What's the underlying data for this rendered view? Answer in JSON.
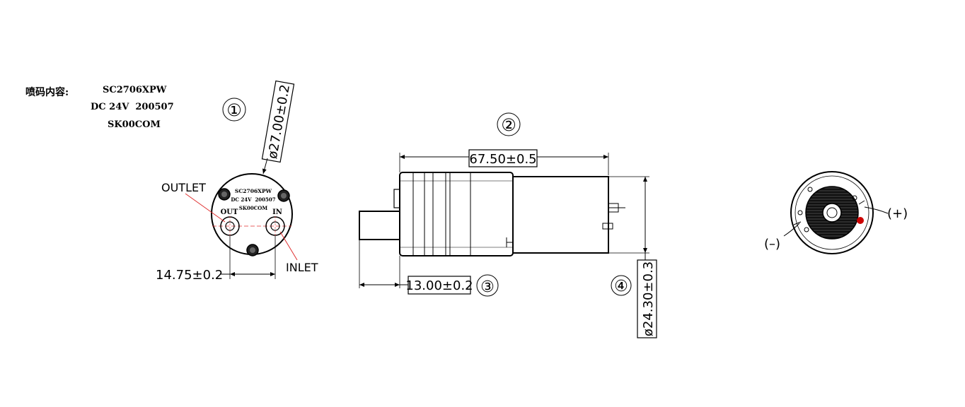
{
  "marking": {
    "label": "喷码内容:",
    "line1": "SC2706XPW",
    "line2": "DC 24V  200507",
    "line3": "SK00COM"
  },
  "front_view": {
    "callout": "①",
    "diameter": "ø27.00±0.2",
    "outlet": "OUTLET",
    "inlet": "INLET",
    "port_spacing": "14.75±0.2",
    "face_line1": "SC2706XPW",
    "face_line2": "DC 24V  200507",
    "face_line3": "SK00COM",
    "out_label": "OUT",
    "in_label": "IN"
  },
  "side_view": {
    "callout": "②",
    "length": "67.50±0.5",
    "nozzle_callout": "③",
    "nozzle_length": "13.00±0.2",
    "motor_callout": "④",
    "motor_diameter": "ø24.30±0.3"
  },
  "rear_view": {
    "plus": "(+)",
    "minus": "(–)"
  },
  "colors": {
    "line": "#000000",
    "guide": "#e03030",
    "terminal": "#cc0000"
  }
}
